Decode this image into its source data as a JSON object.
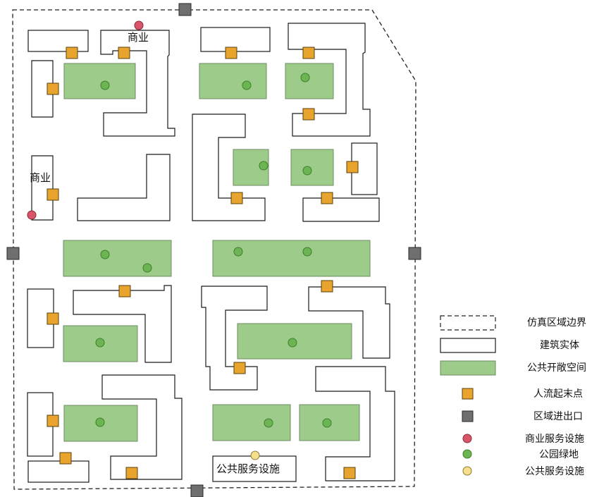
{
  "labels": {
    "commercial_top": "商业",
    "commercial_left": "商业",
    "public_service": "公共服务设施"
  },
  "legend": {
    "items": [
      {
        "key": "boundary",
        "label": "仿真区域边界"
      },
      {
        "key": "building",
        "label": "建筑实体"
      },
      {
        "key": "open_space",
        "label": "公共开敞空间"
      },
      {
        "key": "flow_node",
        "label": "人流起末点"
      },
      {
        "key": "gate",
        "label": "区域进出口"
      },
      {
        "key": "commercial",
        "label": "商业服务设施"
      },
      {
        "key": "park",
        "label": "公园绿地"
      },
      {
        "key": "public",
        "label": "公共服务设施"
      }
    ]
  },
  "colors": {
    "open_space": "#9ccb8a",
    "park_dot": "#6cb552",
    "flow_node": "#e8a42c",
    "gate": "#6f6f6f",
    "commercial": "#d9566a",
    "public": "#f6df8c"
  }
}
